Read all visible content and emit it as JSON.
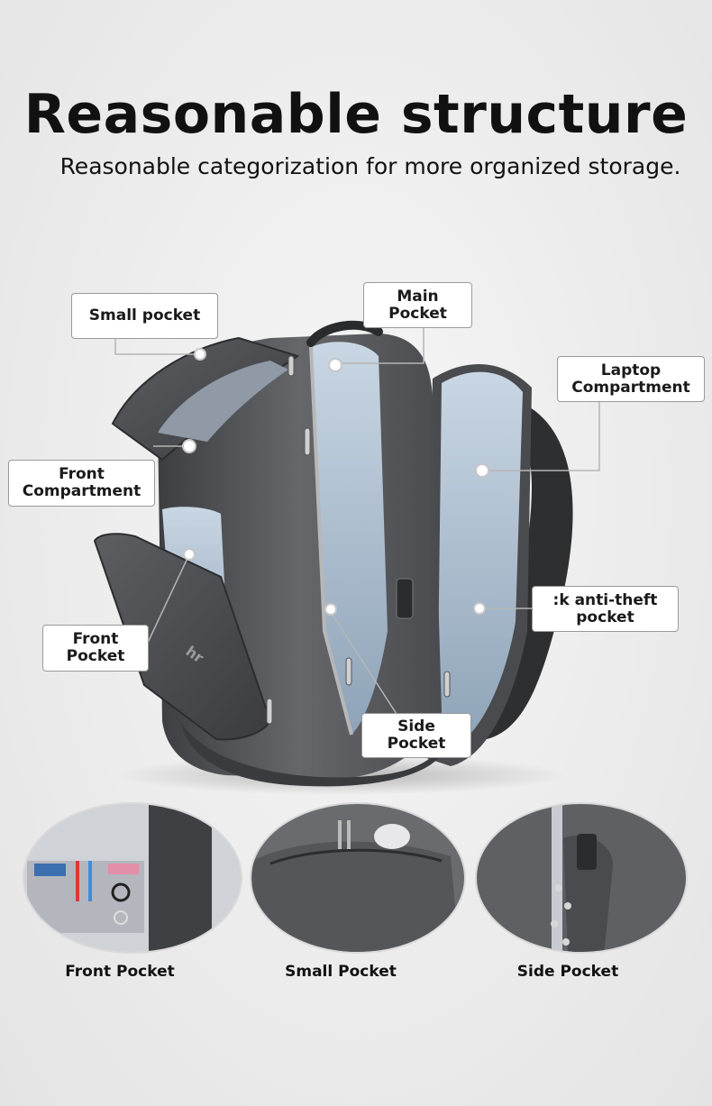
{
  "header": {
    "title": "Reasonable structure",
    "subtitle": "Reasonable categorization for more organized storage."
  },
  "callouts": {
    "small_pocket": "Small pocket",
    "main_pocket": "Main\nPocket",
    "laptop_compartment": "Laptop\nCompartment",
    "front_compartment": "Front\nCompartment",
    "anti_theft_pocket": ":k anti-theft\npocket",
    "front_pocket": "Front\nPocket",
    "side_pocket": "Side\nPocket"
  },
  "details": {
    "front_pocket": "Front Pocket",
    "small_pocket": "Small Pocket",
    "side_pocket": "Side Pocket"
  },
  "colors": {
    "background": "#ececec",
    "bag_body": "#5a5b5e",
    "bag_lining": "#9fb1c4",
    "callout_border": "#9a9a9a"
  }
}
